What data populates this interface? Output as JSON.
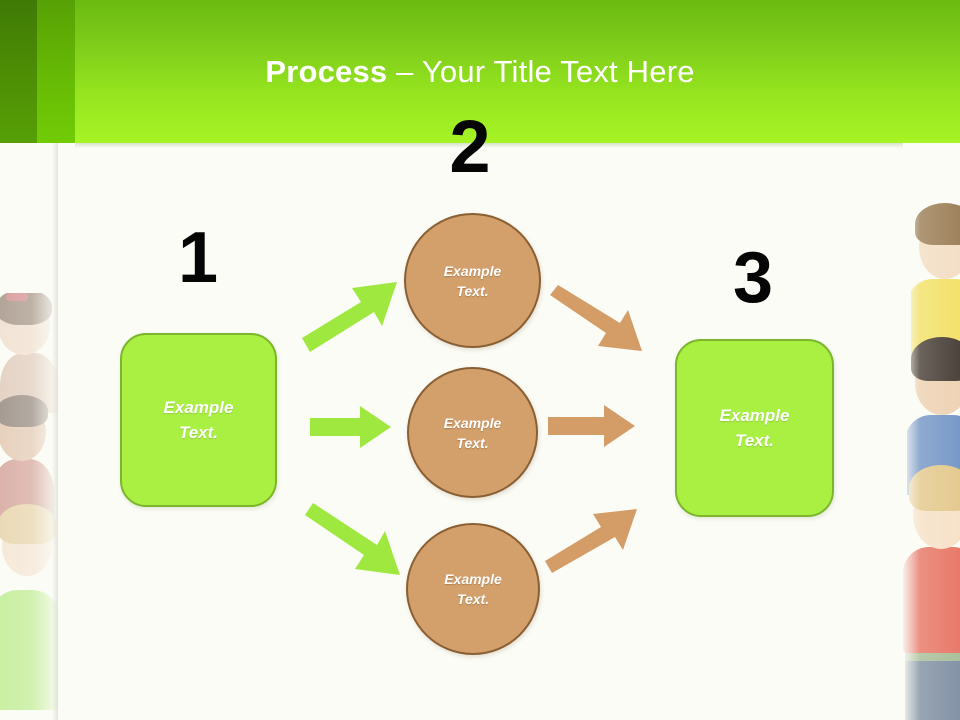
{
  "slide": {
    "title_strong": "Process",
    "title_rest": " – Your Title Text Here",
    "background_color": "#fbfcf6"
  },
  "header": {
    "band_dark_color": "#4e8f05",
    "band_mid_color": "#67bb05",
    "band_main_from": "#6aba10",
    "band_main_to": "#a6f425"
  },
  "steps": [
    {
      "number": "1",
      "shape": "rounded-rectangle",
      "fill": "#a9f043",
      "stroke": "#7db52c",
      "label": "Example\nText."
    },
    {
      "number": "2",
      "shape": "circle",
      "fill": "#d3a06c",
      "stroke": "#8a5f33",
      "items": [
        {
          "label": "Example\nText."
        },
        {
          "label": "Example\nText."
        },
        {
          "label": "Example\nText."
        }
      ]
    },
    {
      "number": "3",
      "shape": "rounded-rectangle",
      "fill": "#a9f043",
      "stroke": "#7db52c",
      "label": "Example\nText."
    }
  ],
  "arrows": {
    "green_color": "#9ee83f",
    "brown_color": "#d49c66",
    "green": [
      {
        "name": "arrow-green-up",
        "direction": "up-right"
      },
      {
        "name": "arrow-green-straight",
        "direction": "right"
      },
      {
        "name": "arrow-green-down",
        "direction": "down-right"
      }
    ],
    "brown": [
      {
        "name": "arrow-brown-down",
        "direction": "down-right"
      },
      {
        "name": "arrow-brown-straight",
        "direction": "right"
      },
      {
        "name": "arrow-brown-up",
        "direction": "up-right"
      }
    ]
  },
  "decoration": {
    "photo_left_alt": "children photo strip left",
    "photo_right_alt": "children photo strip right"
  }
}
